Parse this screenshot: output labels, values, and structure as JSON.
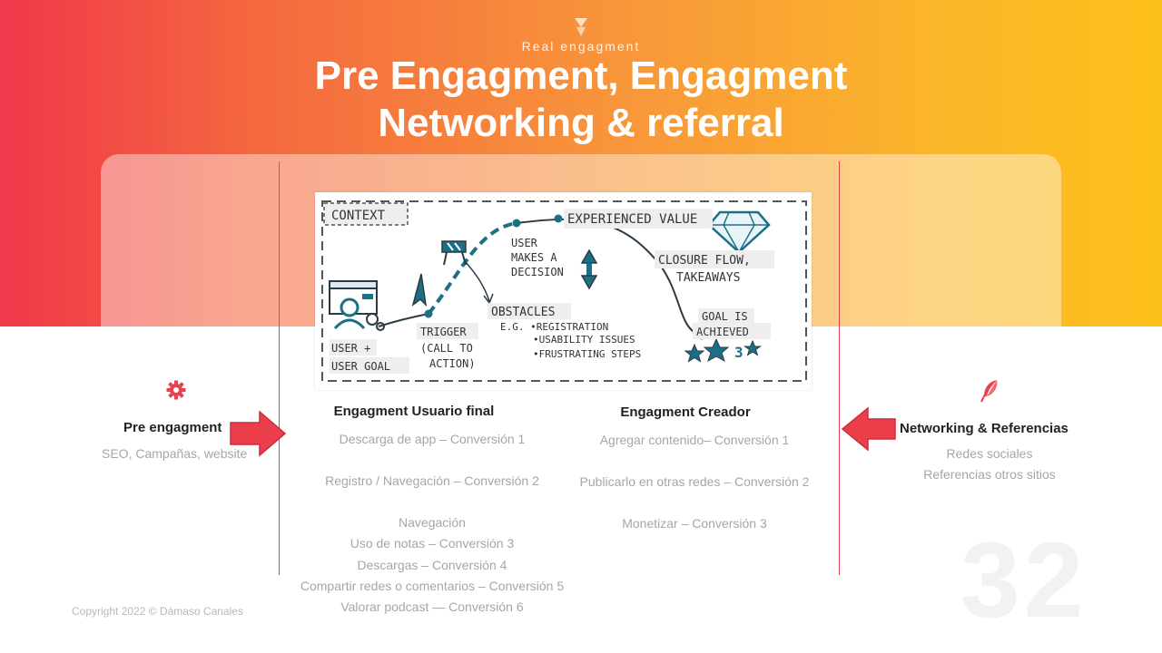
{
  "slide": {
    "kicker": "Real engagment",
    "title_line1": "Pre Engagment, Engagment",
    "title_line2": "Networking & referral",
    "page_number": "32",
    "copyright": "Copyright  2022 © Dámaso Canales"
  },
  "sketch": {
    "context": "CONTEXT",
    "experienced_value": "EXPERIENCED VALUE",
    "user_line1": "USER",
    "user_line2": "MAKES A",
    "user_line3": "DECISION",
    "closure_line1": "CLOSURE FLOW,",
    "closure_line2": "TAKEAWAYS",
    "obstacles": "OBSTACLES",
    "obstacles_eg": "E.G. •REGISTRATION",
    "obstacles_2": "•USABILITY ISSUES",
    "obstacles_3": "•FRUSTRATING STEPS",
    "goal_line1": "GOAL IS",
    "goal_line2": "ACHIEVED",
    "user_goal_1": "USER +",
    "user_goal_2": "USER GOAL",
    "trigger_1": "TRIGGER",
    "trigger_2": "(CALL TO",
    "trigger_3": "ACTION)"
  },
  "left": {
    "icon": "gear-icon",
    "title": "Pre engagment",
    "subtitle": "SEO, Campañas, website"
  },
  "right": {
    "icon": "feather-icon",
    "title": "Networking & Referencias",
    "line1": "Redes sociales",
    "line2": "Referencias otros sitios"
  },
  "user_col": {
    "title": "Engagment Usuario final",
    "item1": "Descarga de app – Conversión 1",
    "item2": "Registro / Navegación – Conversión 2",
    "item3": "Navegación",
    "item4": "Uso de notas – Conversión 3",
    "item5": "Descargas – Conversión 4",
    "item6": "Compartir redes o comentarios – Conversión 5",
    "item7": "Valorar podcast — Conversión 6"
  },
  "creator_col": {
    "title": "Engagment Creador",
    "item1": "Agregar contenido– Conversión 1",
    "item2": "Publicarlo en otras redes – Conversión 2",
    "item3": "Monetizar – Conversión 3"
  },
  "colors": {
    "accent_red": "#e8434d",
    "sketch_teal": "#1d6f86",
    "text_dark": "#222222",
    "text_muted": "#a6a6a6"
  }
}
